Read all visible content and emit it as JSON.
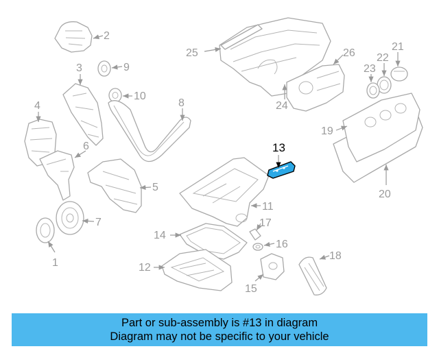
{
  "callouts": [
    {
      "id": "c1",
      "label": "1",
      "highlight": false
    },
    {
      "id": "c2",
      "label": "2",
      "highlight": false
    },
    {
      "id": "c3",
      "label": "3",
      "highlight": false
    },
    {
      "id": "c4",
      "label": "4",
      "highlight": false
    },
    {
      "id": "c5",
      "label": "5",
      "highlight": false
    },
    {
      "id": "c6",
      "label": "6",
      "highlight": false
    },
    {
      "id": "c7",
      "label": "7",
      "highlight": false
    },
    {
      "id": "c8",
      "label": "8",
      "highlight": false
    },
    {
      "id": "c9",
      "label": "9",
      "highlight": false
    },
    {
      "id": "c10",
      "label": "10",
      "highlight": false
    },
    {
      "id": "c11",
      "label": "11",
      "highlight": false
    },
    {
      "id": "c12",
      "label": "12",
      "highlight": false
    },
    {
      "id": "c13",
      "label": "13",
      "highlight": true
    },
    {
      "id": "c14",
      "label": "14",
      "highlight": false
    },
    {
      "id": "c15",
      "label": "15",
      "highlight": false
    },
    {
      "id": "c16",
      "label": "16",
      "highlight": false
    },
    {
      "id": "c17",
      "label": "17",
      "highlight": false
    },
    {
      "id": "c18",
      "label": "18",
      "highlight": false
    },
    {
      "id": "c19",
      "label": "19",
      "highlight": false
    },
    {
      "id": "c20",
      "label": "20",
      "highlight": false
    },
    {
      "id": "c21",
      "label": "21",
      "highlight": false
    },
    {
      "id": "c22",
      "label": "22",
      "highlight": false
    },
    {
      "id": "c23",
      "label": "23",
      "highlight": false
    },
    {
      "id": "c24",
      "label": "24",
      "highlight": false
    },
    {
      "id": "c25",
      "label": "25",
      "highlight": false
    },
    {
      "id": "c26",
      "label": "26",
      "highlight": false
    }
  ],
  "banner": {
    "line1": "Part or sub-assembly is #13 in diagram",
    "line2": "Diagram may not be specific to your vehicle"
  },
  "colors": {
    "banner_bg": "#4db8ee",
    "highlight_part": "#2ba8e6",
    "line_gray": "#a8a8a8"
  }
}
